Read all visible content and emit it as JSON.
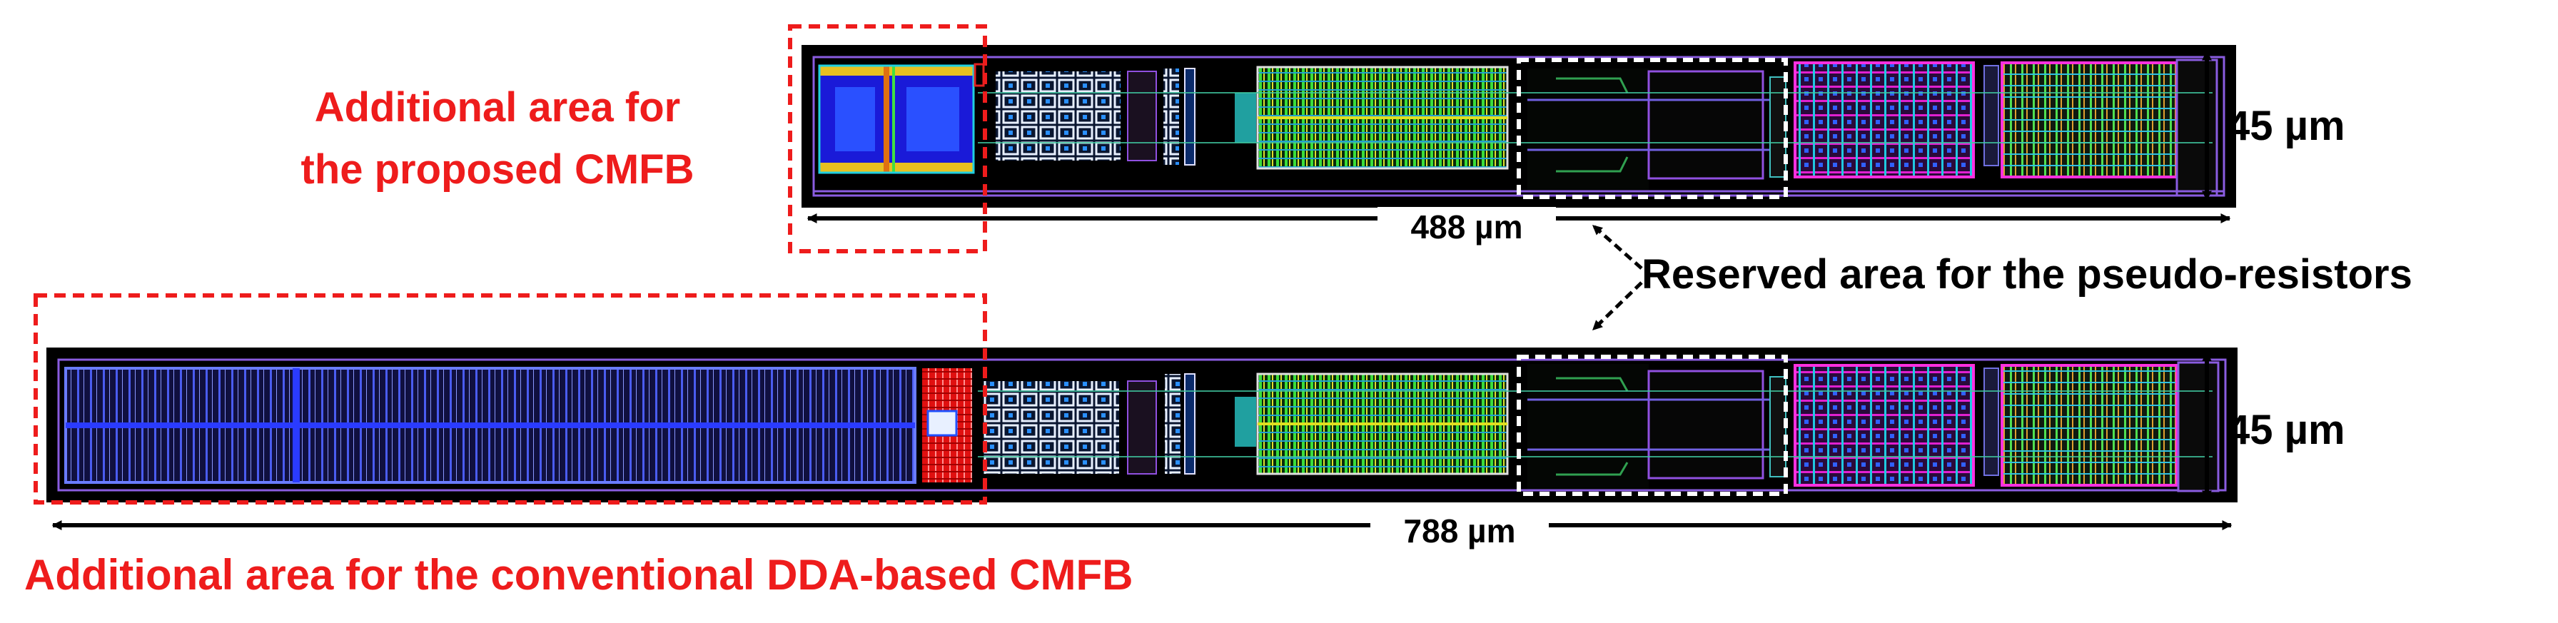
{
  "labels": {
    "proposed_line1": "Additional area for",
    "proposed_line2": "the proposed CMFB",
    "conventional": "Additional area for the conventional DDA-based CMFB",
    "reserved": "Reserved area for the pseudo-resistors",
    "height_top": "45 µm",
    "height_bottom": "45 µm",
    "width_top": "488 µm",
    "width_bottom": "788 µm"
  },
  "colors": {
    "annotation_red": "#ee1c1c",
    "text_black": "#000000",
    "chip_background": "#000000",
    "metal_blue": "#2a3bd6",
    "metal_green": "#33dd33",
    "metal_yellow": "#e8e020",
    "metal_cyan": "#1fd3e0",
    "metal_magenta": "#e020d0",
    "metal_white": "#f0f0ff",
    "metal_red": "#e01010",
    "metal_orange": "#e07010",
    "metal_purple": "#9050e0"
  }
}
